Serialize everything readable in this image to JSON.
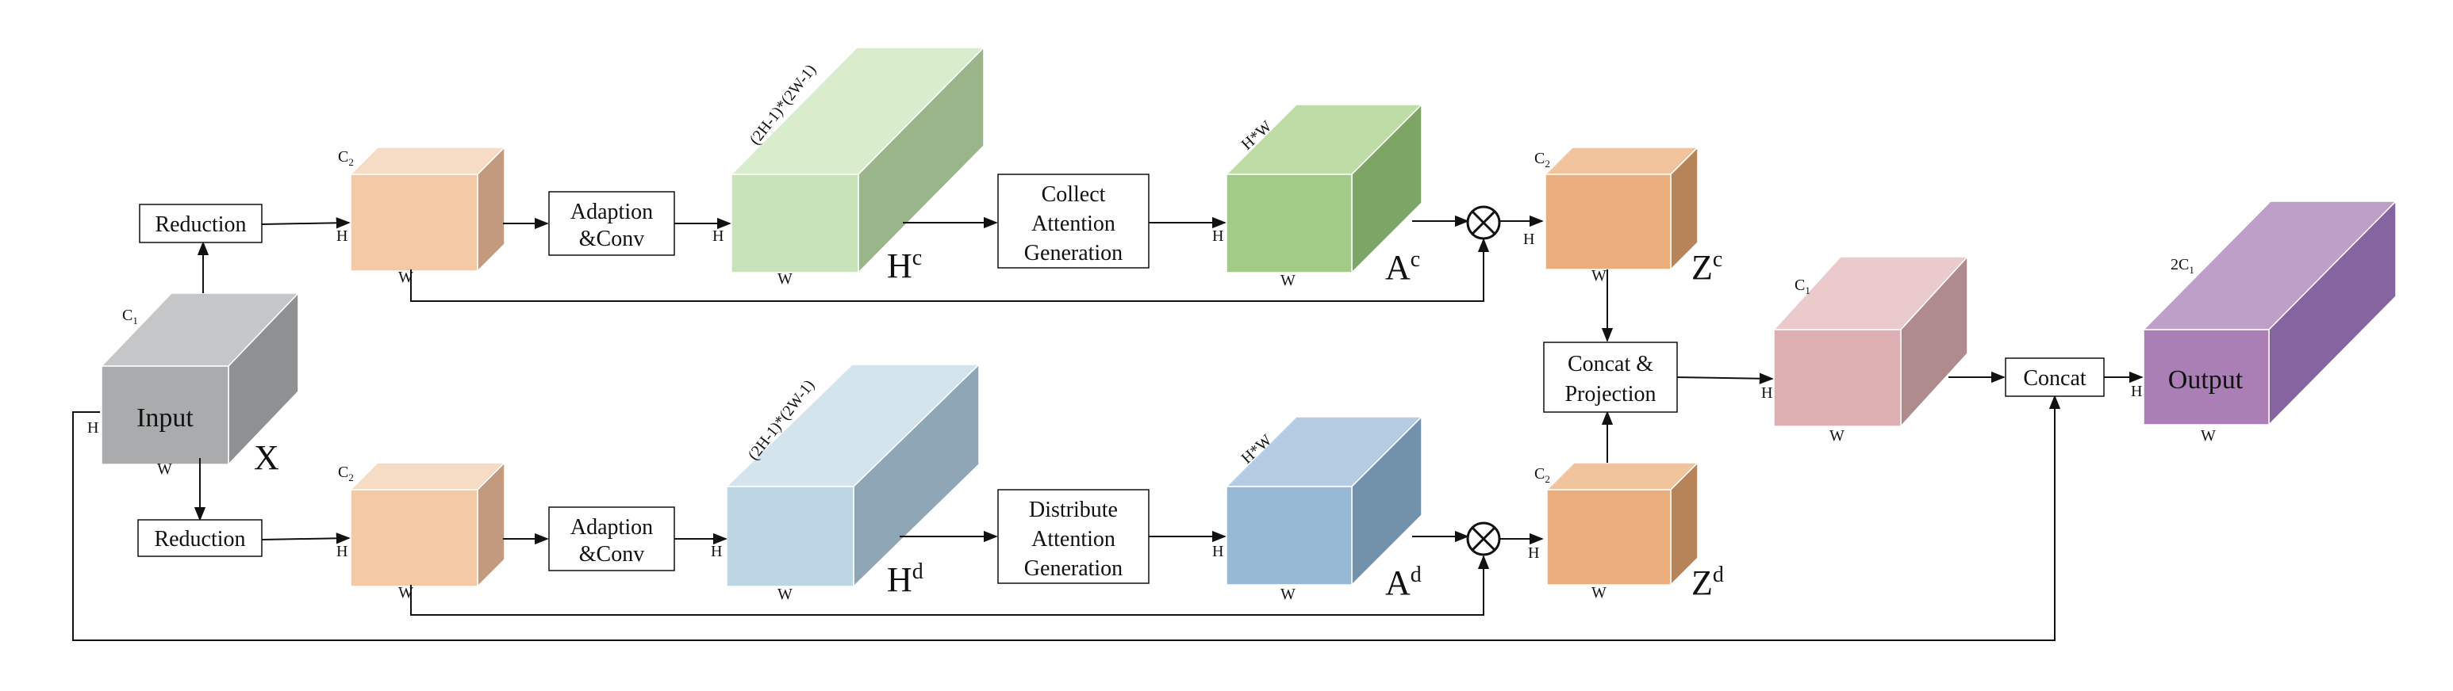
{
  "labels": {
    "reduction_top": "Reduction",
    "reduction_bottom": "Reduction",
    "adaption_top_1": "Adaption",
    "adaption_top_2": "&Conv",
    "adaption_bottom_1": "Adaption",
    "adaption_bottom_2": "&Conv",
    "collect_1": "Collect",
    "collect_2": "Attention",
    "collect_3": "Generation",
    "distribute_1": "Distribute",
    "distribute_2": "Attention",
    "distribute_3": "Generation",
    "concat_proj_1": "Concat &",
    "concat_proj_2": "Projection",
    "concat": "Concat",
    "input": "Input",
    "output": "Output"
  },
  "math": {
    "x": "X",
    "hc": "H",
    "hc_sup": "c",
    "hd": "H",
    "hd_sup": "d",
    "ac": "A",
    "ac_sup": "c",
    "ad": "A",
    "ad_sup": "d",
    "zc": "Z",
    "zc_sup": "c",
    "zd": "Z",
    "zd_sup": "d"
  },
  "dims": {
    "c1": "C",
    "c1_sub": "1",
    "c2": "C",
    "c2_sub": "2",
    "two_c1": "2C",
    "two_c1_sub": "1",
    "h": "H",
    "w": "W",
    "hw_product": "H*W",
    "big_dim": "(2H-1)*(2W-1)"
  },
  "colors": {
    "input": [
      "#a9abad",
      "#c4c6c8",
      "#8e9092"
    ],
    "orange_light": [
      "#f3c9a6",
      "#f6dcc4",
      "#c39a7d"
    ],
    "green_big": [
      "#c8e3b9",
      "#d9edcc",
      "#9ab58a"
    ],
    "green_att": [
      "#a2cb87",
      "#bedca6",
      "#7da566"
    ],
    "blue_big": [
      "#bcd6e6",
      "#d3e4ef",
      "#8ea6b5"
    ],
    "blue_att": [
      "#97b9d6",
      "#b4cde2",
      "#7291aa"
    ],
    "orange_z": [
      "#eaae7c",
      "#f1c49e",
      "#b78459"
    ],
    "pink": [
      "#ddaeb2",
      "#ebcacb",
      "#b08b8e"
    ],
    "purple": [
      "#a97fb5",
      "#be9fc8",
      "#8664a0"
    ]
  }
}
